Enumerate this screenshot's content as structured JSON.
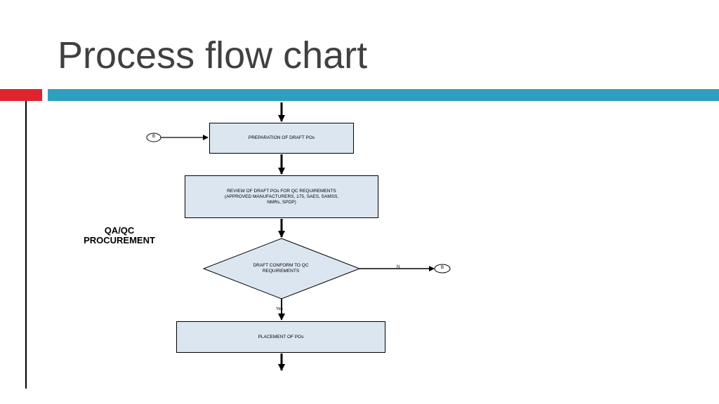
{
  "slide": {
    "title": "Process flow chart"
  },
  "lane": {
    "line1": "QA/QC",
    "line2": "PROCUREMENT"
  },
  "nodes": {
    "preparation": "PREPARATION OF DRAFT POs",
    "review_line1": "REVIEW OF DRAFT POs FOR QC REQUIREMENTS",
    "review_line2": "(APPROVED MANUFACTURERS, 175, SAES, SAMSS,",
    "review_line3": "NMRs, SPDP)",
    "decision_line1": "DRAFT CONFORM TO QC",
    "decision_line2": "REQUIREMENTS",
    "placement": "PLACEMENT OF POs"
  },
  "connectors": {
    "left": "B",
    "right": "B"
  },
  "edges": {
    "no": "N",
    "yes": "Yes"
  },
  "colors": {
    "accent_red": "#e0242e",
    "accent_teal": "#2f9fbf",
    "box_fill": "#dce6f1"
  }
}
